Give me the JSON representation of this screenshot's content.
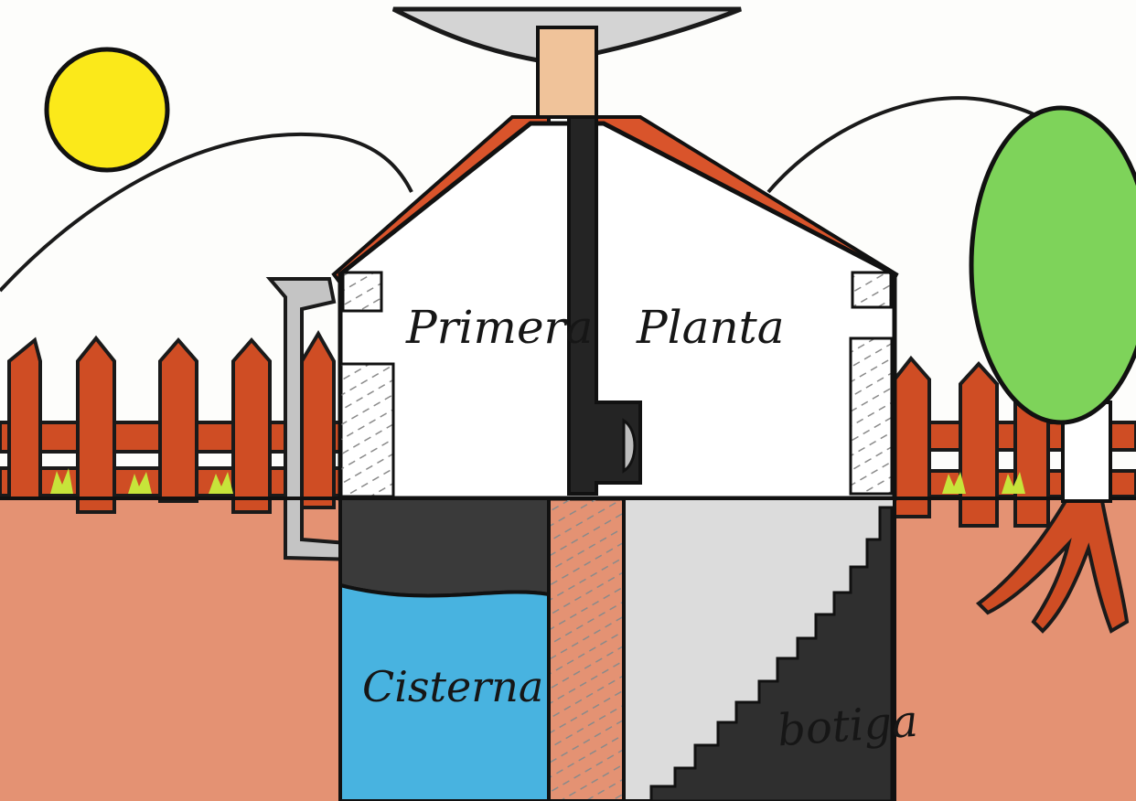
{
  "drawing": {
    "labels": {
      "first_floor_left": "Primera",
      "first_floor_right": "Planta",
      "cistern": "Cisterna",
      "shop": "botiga"
    },
    "colors": {
      "paper": "#fdfdfb",
      "sun": "#fbe91a",
      "roof_tiles": "#d9542b",
      "fence": "#cf4d24",
      "soil": "#e49273",
      "water": "#48b3e0",
      "basement_dark": "#3a3a3a",
      "basement_light": "#dcdcdc",
      "tree_crown": "#7ed35a",
      "chimney": "#f0c39a",
      "smoke": "#d4d4d4",
      "grass": "#c7e43a",
      "pipe": "#c4c4c4"
    }
  }
}
